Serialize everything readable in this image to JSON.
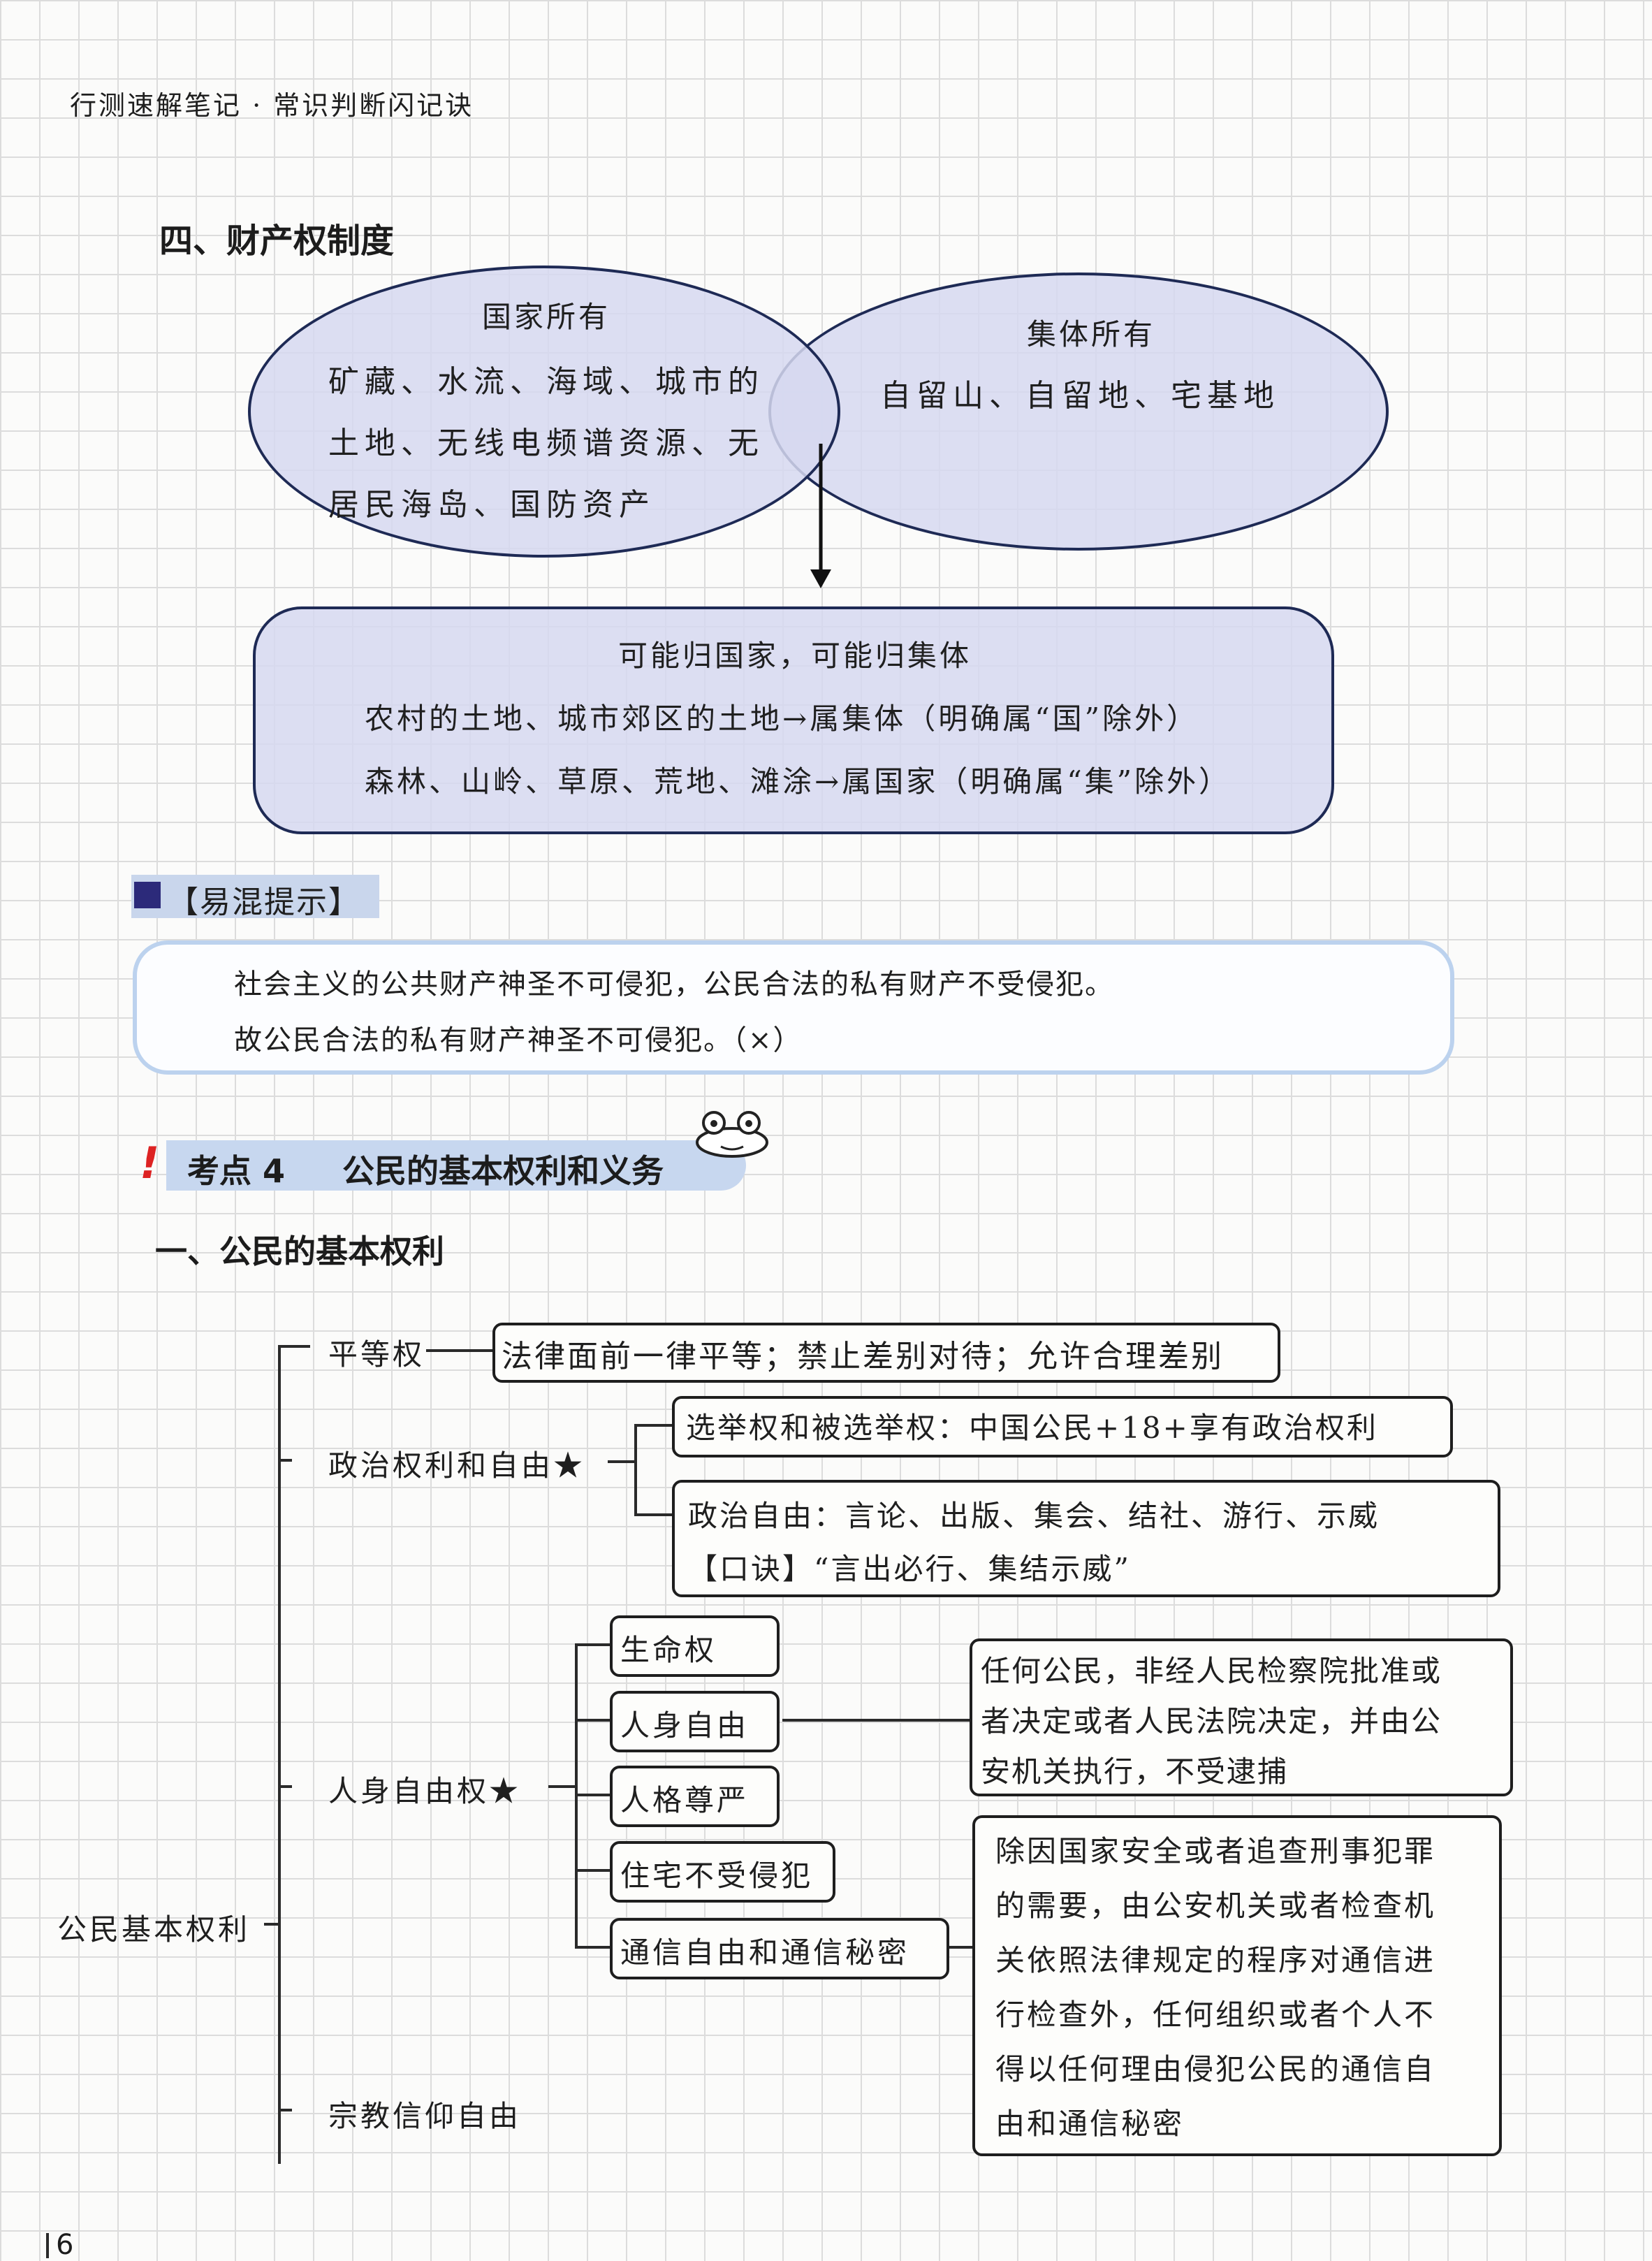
{
  "header": {
    "title": "行测速解笔记 · 常识判断闪记诀"
  },
  "property_section": {
    "heading": "四、财产权制度",
    "state": {
      "title": "国家所有",
      "lines": [
        "矿藏、水流、海域、城市的",
        "土地、无线电频谱资源、无",
        "居民海岛、国防资产"
      ]
    },
    "collective": {
      "title": "集体所有",
      "lines": [
        "自留山、自留地、宅基地"
      ]
    },
    "either": {
      "title": "可能归国家，可能归集体",
      "lines": [
        "农村的土地、城市郊区的土地→属集体（明确属“国”除外）",
        "森林、山岭、草原、荒地、滩涂→属国家（明确属“集”除外）"
      ]
    }
  },
  "tip": {
    "label": "【易混提示】",
    "lines": [
      "社会主义的公共财产神圣不可侵犯，公民合法的私有财产不受侵犯。",
      "故公民合法的私有财产神圣不可侵犯。（×）"
    ]
  },
  "kaodian": {
    "mark": "!",
    "number": "考点 4",
    "title": "公民的基本权利和义务"
  },
  "rights_section": {
    "heading": "一、公民的基本权利"
  },
  "mindmap": {
    "root": "公民基本权利",
    "equality": {
      "label": "平等权",
      "desc": "法律面前一律平等；禁止差别对待；允许合理差别"
    },
    "political": {
      "label": "政治权利和自由★",
      "election": "选举权和被选举权：中国公民+18+享有政治权利",
      "freedom_line1": "政治自由：言论、出版、集会、结社、游行、示威",
      "freedom_line2": "【口诀】“言出必行、集结示威”"
    },
    "personal": {
      "label": "人身自由权★",
      "items": [
        "生命权",
        "人身自由",
        "人格尊严",
        "住宅不受侵犯",
        "通信自由和通信秘密"
      ],
      "arrest_lines": [
        "任何公民，非经人民检察院批准或",
        "者决定或者人民法院决定，并由公",
        "安机关执行，不受逮捕"
      ],
      "comm_lines": [
        "除因国家安全或者追查刑事犯罪",
        "的需要，由公安机关或者检查机",
        "关依照法律规定的程序对通信进",
        "行检查外，任何组织或者个人不",
        "得以任何理由侵犯公民的通信自",
        "由和通信秘密"
      ]
    },
    "religion": {
      "label": "宗教信仰自由"
    }
  },
  "footer": {
    "page_number": "6"
  }
}
